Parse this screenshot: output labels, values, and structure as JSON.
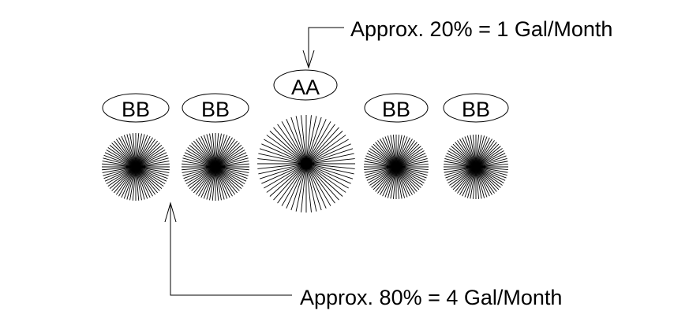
{
  "labels": {
    "top_callout": "Approx. 20% = 1 Gal/Month",
    "bottom_callout": "Approx. 80% = 4 Gal/Month"
  },
  "plants": [
    {
      "label": "BB"
    },
    {
      "label": "BB"
    },
    {
      "label": "AA"
    },
    {
      "label": "BB"
    },
    {
      "label": "BB"
    }
  ]
}
